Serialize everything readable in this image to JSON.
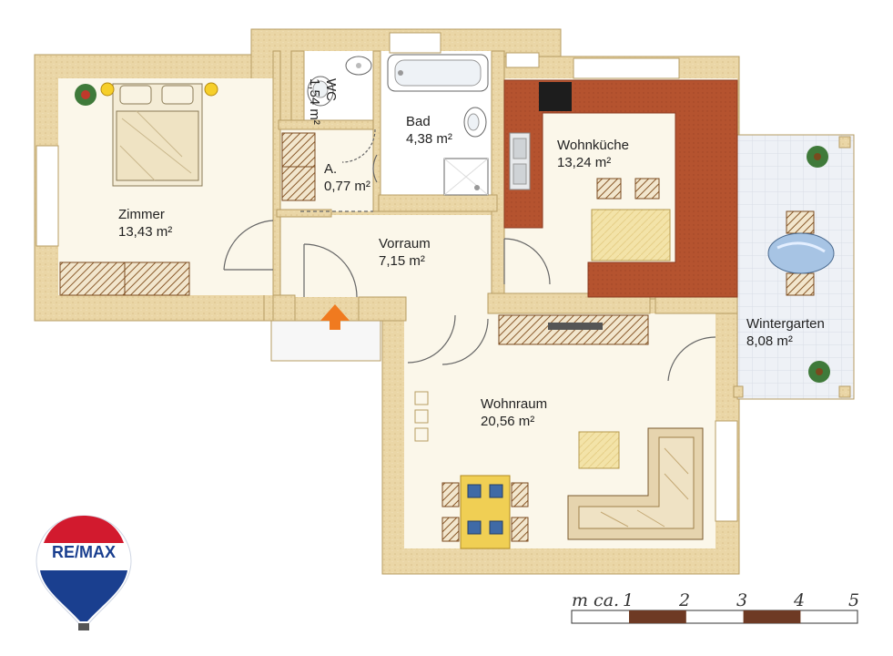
{
  "rooms": {
    "zimmer": {
      "name": "Zimmer",
      "area": "13,43 m²"
    },
    "wc": {
      "name": "WC",
      "area": "1,54 m²"
    },
    "abstell": {
      "name": "A.",
      "area": "0,77 m²"
    },
    "bad": {
      "name": "Bad",
      "area": "4,38 m²"
    },
    "wohnkueche": {
      "name": "Wohnküche",
      "area": "13,24 m²"
    },
    "vorraum": {
      "name": "Vorraum",
      "area": "7,15 m²"
    },
    "wintergarten": {
      "name": "Wintergarten",
      "area": "8,08 m²"
    },
    "wohnraum": {
      "name": "Wohnraum",
      "area": "20,56 m²"
    }
  },
  "scale": {
    "prefix": "m ca.",
    "ticks": [
      "1",
      "2",
      "3",
      "4",
      "5"
    ]
  },
  "logo": {
    "text": "RE/MAX"
  },
  "colors": {
    "wall": "#ead6a6",
    "wall_edge": "#b79c63",
    "floor": "#fbf7ea",
    "wet_floor": "#ffffff",
    "kitchen_counter": "#b5532f",
    "wintergarten_floor": "#eef1f6",
    "entrance_arrow": "#f07a1f",
    "scale_dark": "#6e3a24",
    "logo_red": "#d21a2e",
    "logo_blue": "#1a3f8f"
  }
}
